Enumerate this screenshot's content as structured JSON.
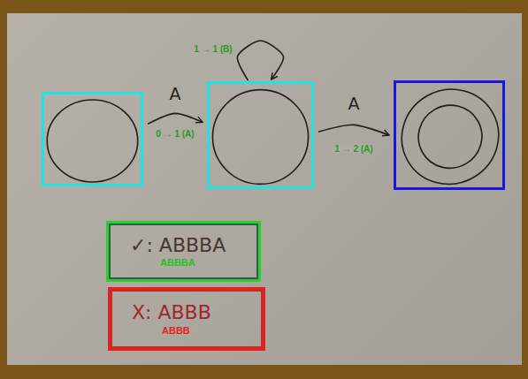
{
  "diagram": {
    "nodes": [
      {
        "text": []
      },
      {
        "text": []
      },
      {
        "text": []
      },
      {
        "text": [
          "✓: ABBBA",
          "ABBBA"
        ]
      },
      {
        "text": [
          "X: ABBB",
          "ABBB"
        ]
      }
    ],
    "edges": [
      {
        "from": 0,
        "to": 1,
        "arrow": "to",
        "label": "A"
      },
      {
        "from": 1,
        "to": 1,
        "arrow": "to",
        "label": "B"
      },
      {
        "from": 1,
        "to": 2,
        "arrow": "to",
        "label": "A"
      }
    ],
    "labels": [
      "0 → 1 (A)",
      "1 → 1 (B)",
      "1 → 2 (A)"
    ]
  }
}
